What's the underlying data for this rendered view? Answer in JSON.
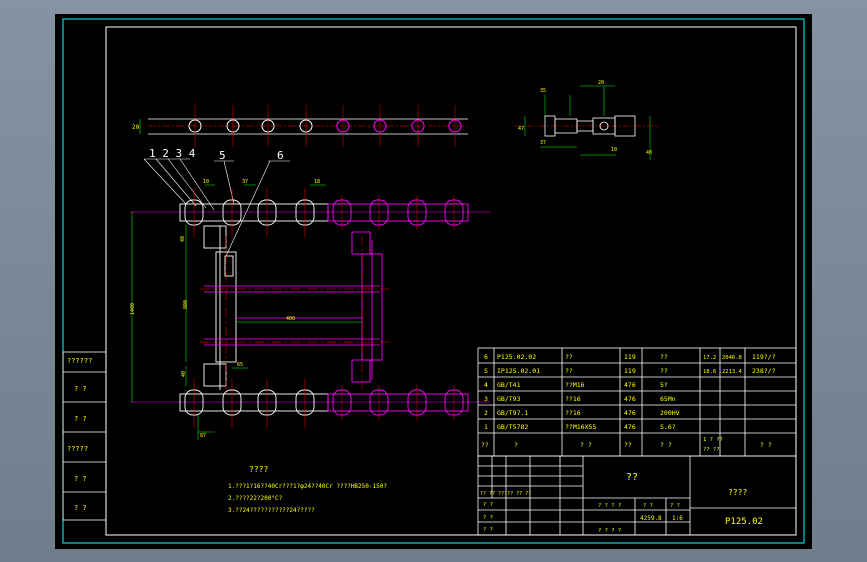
{
  "colors": {
    "background": "#000000",
    "frame": "#00ffff",
    "chain": "#ffffff",
    "sprocket": "#ff00ff",
    "center_line": "#ff0000",
    "dimension": "#00ff00",
    "text": "#ffff00",
    "table_line": "#ffffff"
  },
  "balloons": {
    "group": "1 2 3 4",
    "n5": "5",
    "n6": "6"
  },
  "dimensions": {
    "top_height": "20",
    "small_w": "35",
    "small_gap": "20",
    "small_h1": "47",
    "small_h2": "10",
    "small_h3": "40",
    "small_left": "37",
    "pitch_a": "10",
    "pitch_b": "37",
    "pitch_c": "18",
    "side_h1": "40",
    "overall_height": "1400",
    "inner_span": "800",
    "inner_width": "400",
    "short": "40",
    "small_width": "65",
    "bottom": "87"
  },
  "side_labels": [
    "??????",
    "? ?",
    "? ?",
    "?????",
    "? ?",
    "? ?"
  ],
  "notes": {
    "title": "????",
    "line1": "1.???1?16??40Cr???1?φ24??40Cr ????HB250-150?",
    "line2": "2.????22?200°C?",
    "line3": "3.??24???????????24?????"
  },
  "parts_table": {
    "rows": [
      {
        "no": "6",
        "code": "P125.02.02",
        "name": "??",
        "qty": "119",
        "mat": "??",
        "w1": "17.2",
        "w2": "2046.8",
        "note": "119?/?"
      },
      {
        "no": "5",
        "code": "IP125.02.01",
        "name": "??",
        "qty": "119",
        "mat": "??",
        "w1": "18.6",
        "w2": "2213.4",
        "note": "238?/?"
      },
      {
        "no": "4",
        "code": "GB/T41",
        "name": "??M16",
        "qty": "476",
        "mat": "5?",
        "w1": "",
        "w2": "",
        "note": ""
      },
      {
        "no": "3",
        "code": "GB/T93",
        "name": "??16",
        "qty": "476",
        "mat": "65Mn",
        "w1": "",
        "w2": "",
        "note": ""
      },
      {
        "no": "2",
        "code": "GB/T97.1",
        "name": "??16",
        "qty": "476",
        "mat": "200HV",
        "w1": "",
        "w2": "",
        "note": ""
      },
      {
        "no": "1",
        "code": "GB/T5782",
        "name": "??M16X55",
        "qty": "476",
        "mat": "5.6?",
        "w1": "",
        "w2": "",
        "note": ""
      }
    ],
    "header": {
      "no": "??",
      "code": "?",
      "name": "? ?",
      "qty": "??",
      "mat": "? ?",
      "w": "1 ?  ??",
      "w_sub": "??  ??",
      "note": "? ?"
    }
  },
  "title_block": {
    "center_title": "??",
    "right_title": "????",
    "drawing_no": "P125.02",
    "stage_label": "? ? ? ?",
    "weight_label": "? ?",
    "scale_label": "? ?",
    "weight": "4259.8",
    "scale": "1:6",
    "row_labels": [
      "?? ??  ?????  ??  ??",
      "? ?",
      "? ?",
      "? ?"
    ],
    "sheet": "? ?    ? ?"
  }
}
